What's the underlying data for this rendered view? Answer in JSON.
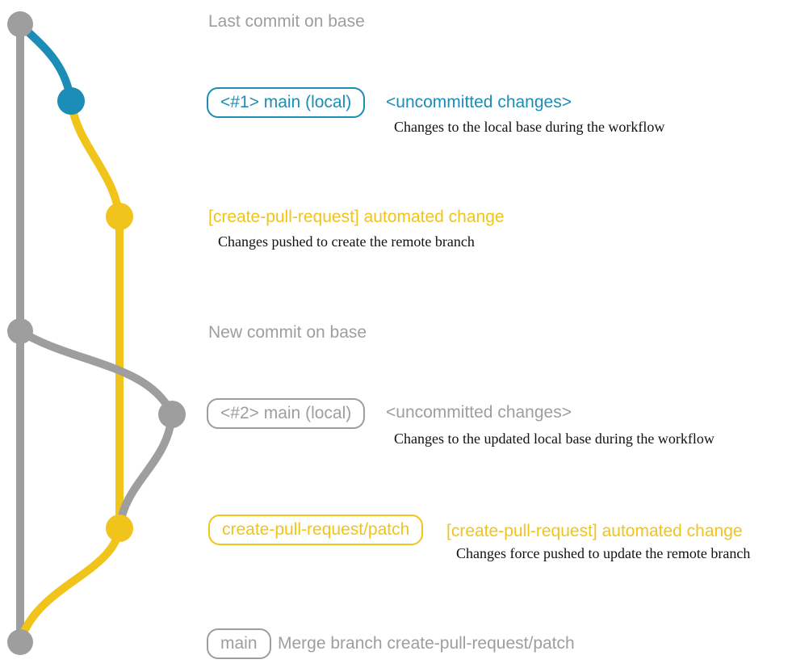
{
  "colors": {
    "gray": "#9e9e9e",
    "blue": "#1b8db6",
    "yellow": "#f0c41b",
    "text_black": "#111111",
    "background": "#ffffff"
  },
  "annotations": {
    "last_commit": {
      "heading": "Last commit on base"
    },
    "uncommitted_1": {
      "branch_label": "<#1> main (local)",
      "heading": "<uncommitted changes>",
      "note": "Changes to the local base during the workflow"
    },
    "automated_change_1": {
      "heading": "[create-pull-request] automated change",
      "note": "Changes pushed to create the remote branch"
    },
    "new_commit": {
      "heading": "New commit on base"
    },
    "uncommitted_2": {
      "branch_label": "<#2> main (local)",
      "heading": "<uncommitted changes>",
      "note": "Changes to the updated local base during the workflow"
    },
    "automated_change_2": {
      "branch_label": "create-pull-request/patch",
      "heading": "[create-pull-request] automated change",
      "note": "Changes force pushed to update the remote branch"
    },
    "merge_commit": {
      "branch_label": "main",
      "heading": "Merge branch create-pull-request/patch"
    }
  }
}
